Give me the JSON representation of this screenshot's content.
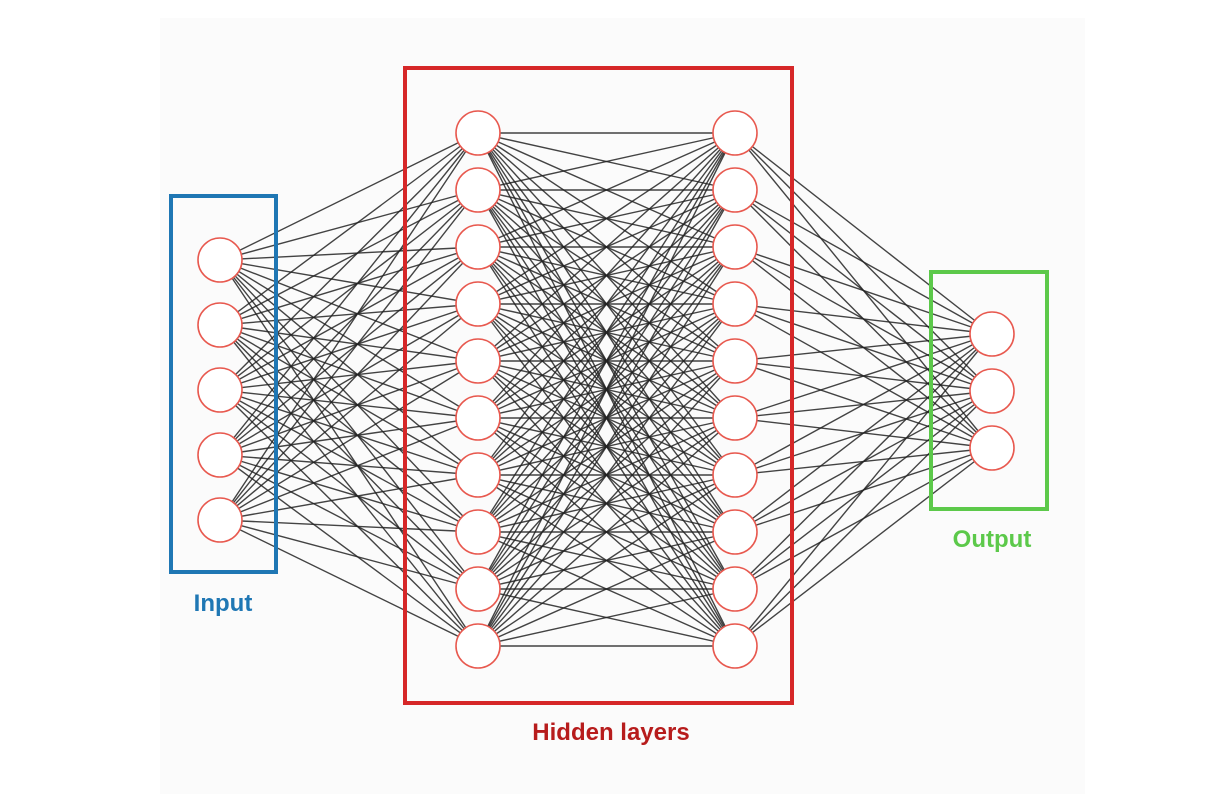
{
  "diagram": {
    "labels": {
      "input": "Input",
      "hidden": "Hidden layers",
      "output": "Output"
    },
    "layers": [
      {
        "name": "input",
        "neurons": 5
      },
      {
        "name": "hidden-1",
        "neurons": 10
      },
      {
        "name": "hidden-2",
        "neurons": 10
      },
      {
        "name": "output",
        "neurons": 3
      }
    ],
    "colors": {
      "input_box": "#1f77b4",
      "hidden_box": "#d62728",
      "output_box": "#5cc94a",
      "hidden_label": "#b71c1c",
      "neuron_stroke": "#e8594f",
      "edge": "#222222"
    },
    "connectivity": "fully-connected"
  }
}
